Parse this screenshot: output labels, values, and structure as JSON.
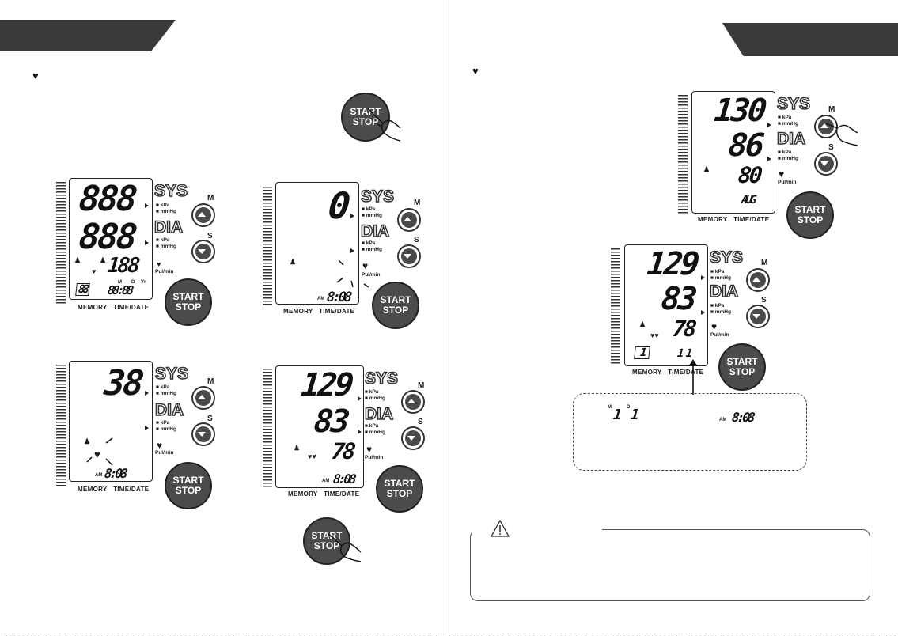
{
  "lcd": {
    "labels": {
      "sys": "SYS",
      "dia": "DIA"
    },
    "units": {
      "kpa": "kPa",
      "mmhg": "mmHg",
      "pulse": "Pul/min"
    },
    "captions": {
      "memory": "MEMORY",
      "timedate": "TIME/DATE"
    },
    "am": "AM",
    "date_m": "M",
    "date_d": "D",
    "date_yr": "Yr"
  },
  "buttons": {
    "m": "M",
    "s": "S",
    "start": "START",
    "stop": "STOP"
  },
  "panel_all": {
    "sys": "888",
    "dia": "888",
    "pulse": "188",
    "mem": "88",
    "clock": "88:88"
  },
  "panel_inflate": {
    "sys": "0",
    "clock": "8:08"
  },
  "panel_measure": {
    "sys": "38",
    "clock": "8:08"
  },
  "panel_result": {
    "sys": "129",
    "dia": "83",
    "pulse": "78",
    "clock": "8:08"
  },
  "panel_avg": {
    "sys": "130",
    "dia": "86",
    "pulse": "80",
    "avg": "AUG"
  },
  "panel_mem": {
    "sys": "129",
    "dia": "83",
    "pulse": "78",
    "mem": "1",
    "date": "1  1"
  },
  "zoom": {
    "month": "1",
    "day": "1",
    "clock": "8:08"
  }
}
